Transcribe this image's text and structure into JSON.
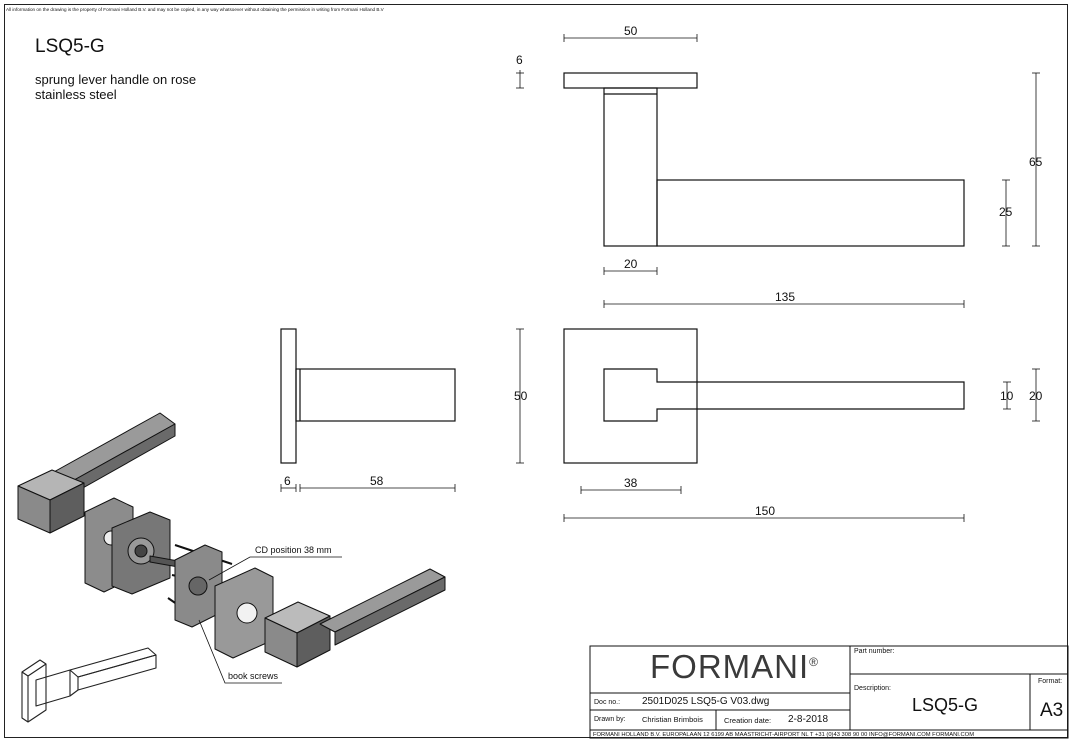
{
  "notice": "All information on the drawing is the property of Formani Holland B.V. and may not be copied, in any way whatsoever without obtaining the permission in writing from Formani Holland B.V",
  "product": {
    "code": "LSQ5-G",
    "description_line1": "sprung lever handle on rose",
    "description_line2": "stainless steel"
  },
  "dimensions": {
    "top_rose_width": "50",
    "top_rose_thickness": "6",
    "total_height": "65",
    "lever_height": "25",
    "neck_width": "20",
    "total_length": "135",
    "side_rose_thickness": "6",
    "side_projection": "58",
    "front_rose_size": "50",
    "front_lever_height_inner": "10",
    "front_lever_height_outer": "20",
    "front_cd": "38",
    "front_total_length": "150"
  },
  "callouts": {
    "cd_position": "CD position 38 mm",
    "book_screws": "book screws"
  },
  "title_block": {
    "brand": "FORMANI",
    "registered_mark": "®",
    "part_number_label": "Part number:",
    "part_number_value": "",
    "description_label": "Description:",
    "description_value": "LSQ5-G",
    "format_label": "Format:",
    "format_value": "A3",
    "doc_no_label": "Doc no.:",
    "doc_no_value": "2501D025 LSQ5-G V03.dwg",
    "drawn_by_label": "Drawn by:",
    "drawn_by_value": "Christian Brimbois",
    "creation_date_label": "Creation date:",
    "creation_date_value": "2-8-2018",
    "footer": "FORMANI HOLLAND B.V.  EUROPALAAN 12  6199 AB MAASTRICHT-AIRPORT NL  T +31 (0)43 308 90 00 INFO@FORMANI.COM FORMANI.COM"
  }
}
